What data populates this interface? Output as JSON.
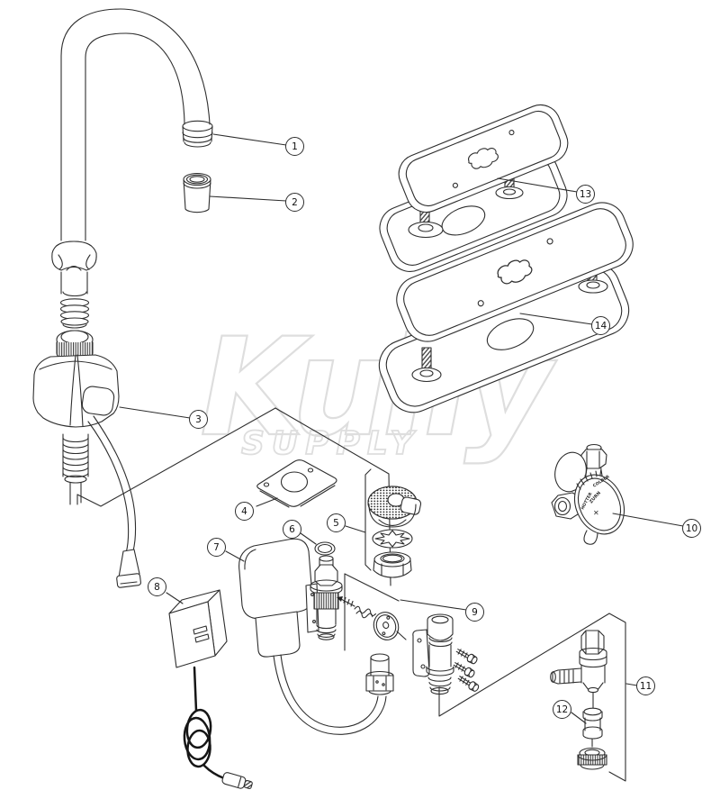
{
  "diagram": {
    "watermark": {
      "primary": "Kully",
      "secondary": "SUPPLY"
    },
    "mixing_valve_dial": {
      "left_label": "HOTTER",
      "right_label": "COLDER",
      "brand": "ZURN",
      "center_mark": "✕"
    },
    "callouts": [
      {
        "number": "1"
      },
      {
        "number": "2"
      },
      {
        "number": "3"
      },
      {
        "number": "4"
      },
      {
        "number": "5"
      },
      {
        "number": "6"
      },
      {
        "number": "7"
      },
      {
        "number": "8"
      },
      {
        "number": "9"
      },
      {
        "number": "10"
      },
      {
        "number": "11"
      },
      {
        "number": "12"
      },
      {
        "number": "13"
      },
      {
        "number": "14"
      }
    ]
  }
}
